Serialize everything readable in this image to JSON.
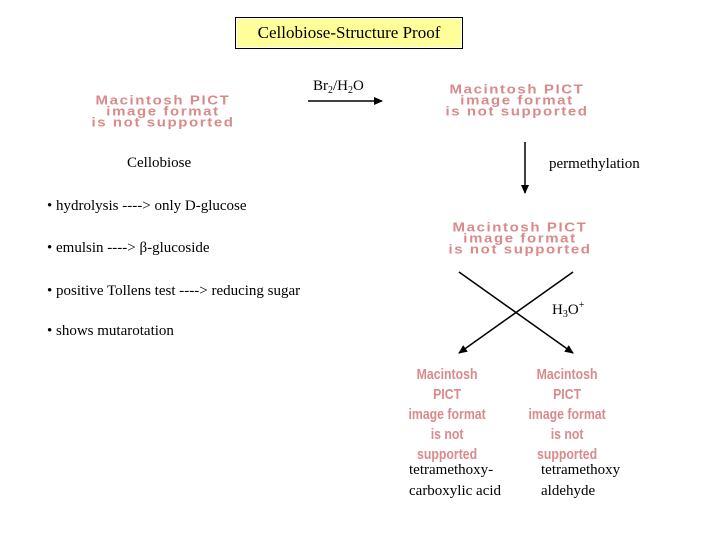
{
  "title": "Cellobiose-Structure Proof",
  "placeholder": {
    "line1": "Macintosh PICT",
    "line2": "image format",
    "line3": "is not supported"
  },
  "labels": {
    "cellobiose": "Cellobiose",
    "permethylation": "permethylation",
    "reagent_br": "Br",
    "reagent_br_sub": "2",
    "reagent_slash_h": "/H",
    "reagent_h_sub": "2",
    "reagent_o": "O",
    "hydrolysis_h": "H",
    "hydrolysis_sub": "3",
    "hydrolysis_o": "O",
    "hydrolysis_sup": "+",
    "product_left_1": "tetramethoxy-",
    "product_left_2": "carboxylic acid",
    "product_right_1": "tetramethoxy",
    "product_right_2": "aldehyde"
  },
  "bullets": [
    "• hydrolysis ----> only D-glucose",
    "• emulsin ----> β-glucoside",
    "• positive Tollens test ----> reducing sugar",
    "• shows mutarotation"
  ]
}
